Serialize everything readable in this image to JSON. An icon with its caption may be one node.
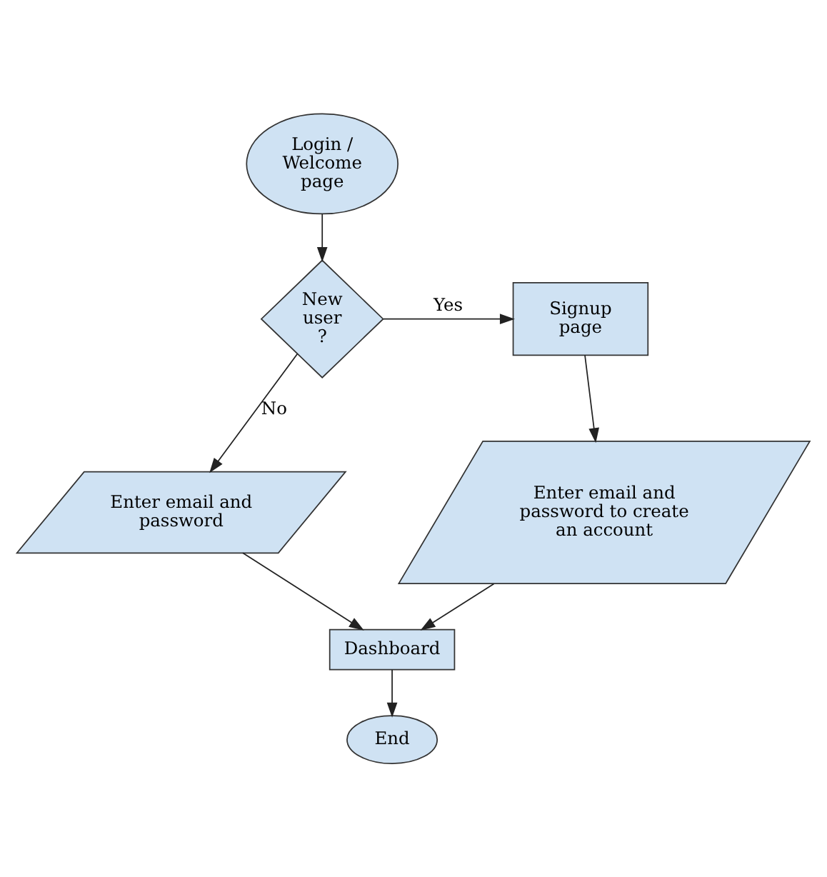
{
  "diagram": {
    "nodes": [
      {
        "text": [
          "Login / Welcome page"
        ]
      },
      {
        "text": [
          "New user ?"
        ]
      },
      {
        "text": [
          "Signup page"
        ]
      },
      {
        "text": [
          "Enter email and password"
        ]
      },
      {
        "text": [
          "Enter email and password to create an account"
        ]
      },
      {
        "text": [
          "Dashboard"
        ]
      },
      {
        "text": [
          "End"
        ]
      }
    ],
    "edges": [
      {
        "from": 0,
        "to": 1,
        "arrow": "to"
      },
      {
        "from": 1,
        "to": 2,
        "arrow": "to",
        "label": "Yes"
      },
      {
        "from": 1,
        "to": 3,
        "arrow": "to",
        "label": "No"
      },
      {
        "from": 2,
        "to": 4,
        "arrow": "to"
      },
      {
        "from": 3,
        "to": 5,
        "arrow": "to"
      },
      {
        "from": 4,
        "to": 5,
        "arrow": "to"
      },
      {
        "from": 5,
        "to": 6,
        "arrow": "to"
      }
    ]
  }
}
